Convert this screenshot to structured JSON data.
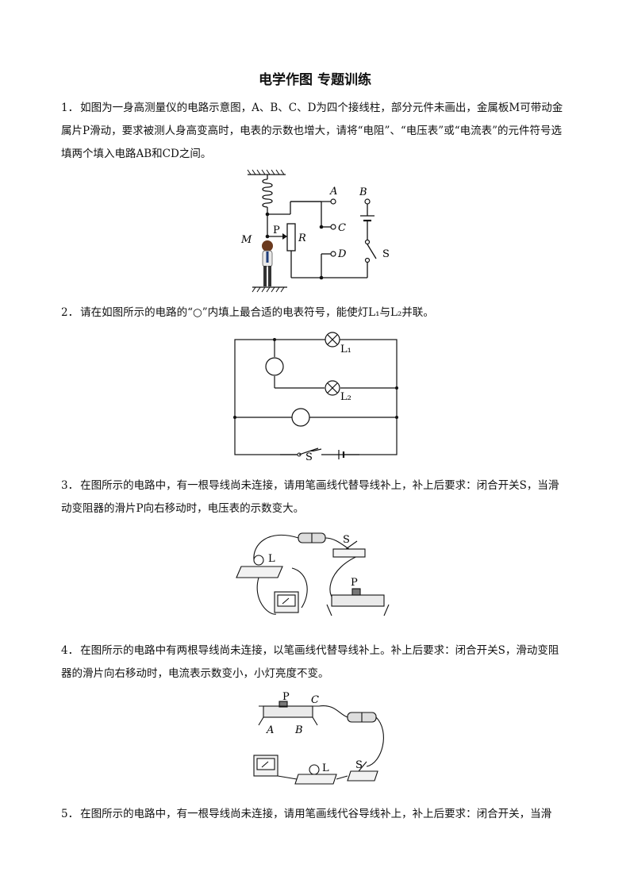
{
  "title": "电学作图 专题训练",
  "questions": [
    {
      "num": "1．",
      "text": "如图为一身高测量仪的电路示意图，A、B、C、D为四个接线柱，部分元件未画出，金属板M可带动金属片P滑动，要求被测人身高变高时，电表的示数也增大，请将“电阻”、“电压表”或“电流表”的元件符号选填两个填入电路AB和CD之间。",
      "labels": {
        "A": "A",
        "B": "B",
        "C": "C",
        "D": "D",
        "M": "M",
        "P": "P",
        "R": "R",
        "S": "S"
      }
    },
    {
      "num": "2．",
      "text": "请在如图所示的电路的“○”内填上最合适的电表符号，能使灯L₁与L₂并联。",
      "labels": {
        "L1": "L₁",
        "L2": "L₂",
        "S": "S"
      }
    },
    {
      "num": "3．",
      "text": "在图所示的电路中，有一根导线尚未连接，请用笔画线代替导线补上，补上后要求：闭合开关S，当滑动变阻器的滑片P向右移动时，电压表的示数变大。",
      "labels": {
        "S": "S",
        "L": "L",
        "P": "P"
      }
    },
    {
      "num": "4．",
      "text": "在图所示的电路中有两根导线尚未连接，以笔画线代替导线补上。补上后要求：闭合开关S，滑动变阻器的滑片向右移动时，电流表示数变小，小灯亮度不变。",
      "labels": {
        "P": "P",
        "C": "C",
        "A": "A",
        "B": "B",
        "L": "L",
        "S": "S"
      }
    },
    {
      "num": "5．",
      "text": "在图所示的电路中，有一根导线尚未连接，请用笔画线代谷导线补上，补上后要求：闭合开关，当滑"
    }
  ]
}
